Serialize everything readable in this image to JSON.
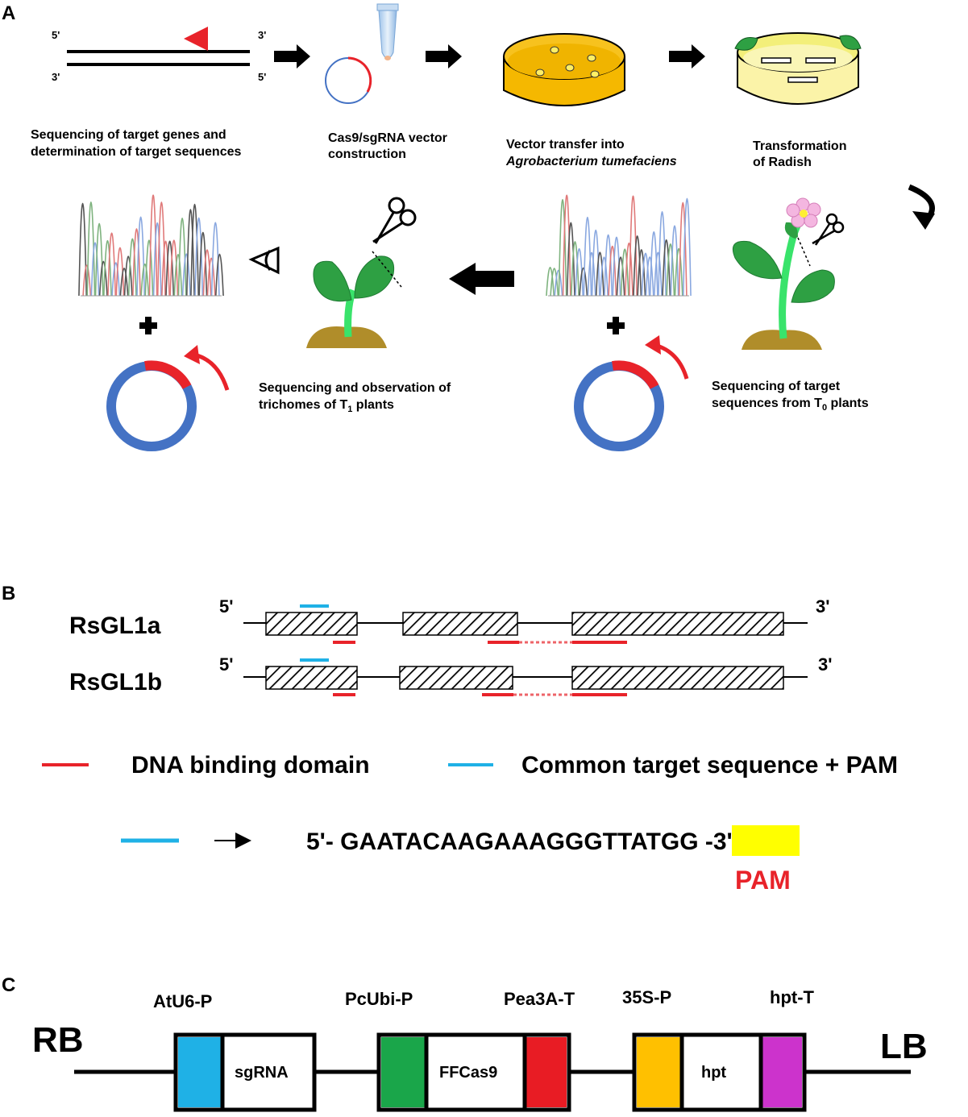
{
  "panels": {
    "a": "A",
    "b": "B",
    "c": "C"
  },
  "panel_a": {
    "strand_top_left": "5'",
    "strand_top_right": "3'",
    "strand_bot_left": "3'",
    "strand_bot_right": "5'",
    "step1_line1": "Sequencing of target genes and",
    "step1_line2": "determination of target sequences",
    "step2_line1": "Cas9/sgRNA vector",
    "step2_line2": "construction",
    "step3_line1": "Vector transfer into",
    "step3_line2": "Agrobacterium tumefaciens",
    "step4_line1": "Transformation",
    "step4_line2": "of Radish",
    "step5_line1": "Sequencing of target",
    "step5_line2_pre": "sequences from T",
    "step5_sub": "0",
    "step5_line2_post": " plants",
    "step6_line1": "Sequencing and observation of",
    "step6_line2_pre": "trichomes of T",
    "step6_sub": "1",
    "step6_line2_post": " plants"
  },
  "panel_b": {
    "gene_a": "RsGL1a",
    "gene_b": "RsGL1b",
    "five_prime": "5'",
    "three_prime": "3'",
    "legend_red": "DNA binding domain",
    "legend_blue": "Common target sequence + PAM",
    "seq_prefix": "5'- GAATACAAGAAAGGGTTA",
    "seq_pam": "TGG",
    "seq_suffix": " -3'",
    "pam_label": "PAM"
  },
  "panel_c": {
    "rb": "RB",
    "lb": "LB",
    "labels": {
      "atu6": "AtU6-P",
      "pcubi": "PcUbi-P",
      "pea3a": "Pea3A-T",
      "s35": "35S-P",
      "hptt": "hpt-T"
    },
    "boxes": {
      "sgrna": "sgRNA",
      "ffcas9": "FFCas9",
      "hpt": "hpt"
    }
  },
  "colors": {
    "red": "#e8232a",
    "blue_line": "#1fb1e6",
    "plasmid_blue": "#4472c4",
    "atu6": "#1fb1e6",
    "pcubi": "#1aa64a",
    "pea3a": "#e81c24",
    "s35": "#ffc000",
    "hptt": "#cc33cc",
    "plant_green": "#2ea043",
    "stem_green": "#39e36b",
    "soil": "#b08d2a",
    "pam_highlight": "#ffff00"
  }
}
